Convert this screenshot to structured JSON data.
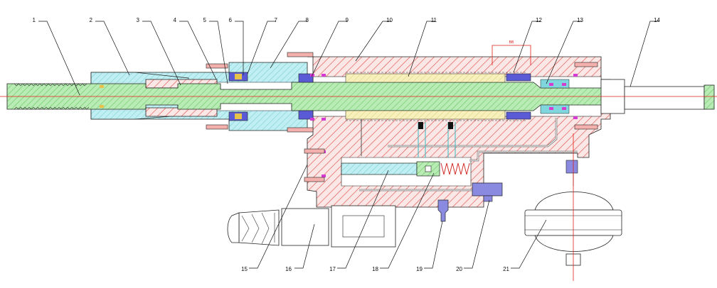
{
  "callouts": [
    {
      "id": "1",
      "label": "1"
    },
    {
      "id": "2",
      "label": "2"
    },
    {
      "id": "3",
      "label": "3"
    },
    {
      "id": "4",
      "label": "4"
    },
    {
      "id": "5",
      "label": "5"
    },
    {
      "id": "6",
      "label": "6"
    },
    {
      "id": "7",
      "label": "7"
    },
    {
      "id": "8",
      "label": "8"
    },
    {
      "id": "9",
      "label": "9"
    },
    {
      "id": "10",
      "label": "10"
    },
    {
      "id": "11",
      "label": "11"
    },
    {
      "id": "12",
      "label": "12"
    },
    {
      "id": "13",
      "label": "13"
    },
    {
      "id": "14",
      "label": "14"
    },
    {
      "id": "15",
      "label": "15"
    },
    {
      "id": "16",
      "label": "16"
    },
    {
      "id": "17",
      "label": "17"
    },
    {
      "id": "18",
      "label": "18"
    },
    {
      "id": "19",
      "label": "19"
    },
    {
      "id": "20",
      "label": "20"
    },
    {
      "id": "21",
      "label": "21"
    }
  ],
  "dimension_mark": "BB",
  "colors": {
    "housing": "#e0534f",
    "green": "#7dd67a",
    "cyan": "#7fd6dd",
    "yellow": "#f2e79a",
    "blue": "#4a4ad0",
    "magenta": "#d63bd1",
    "centerline": "#e0201a"
  }
}
